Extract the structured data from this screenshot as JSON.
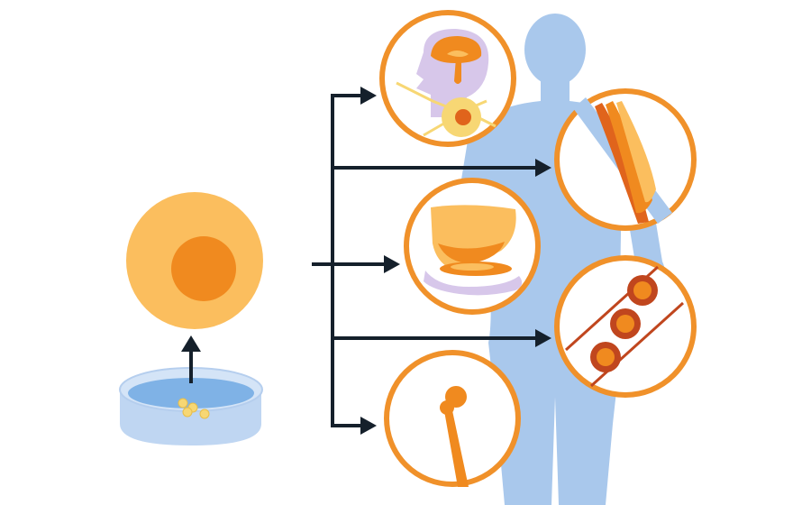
{
  "diagram": {
    "source": {
      "icon": "petri-dish-icon",
      "colony_icon": "stem-cell-colony-icon"
    },
    "stem_cell": {
      "icon": "stem-cell-icon"
    },
    "body": {
      "icon": "human-body-silhouette"
    },
    "targets": [
      {
        "id": "neurons",
        "icon": "brain-neuron-icon"
      },
      {
        "id": "muscle",
        "icon": "muscle-icon"
      },
      {
        "id": "liver-pancreas",
        "icon": "liver-pancreas-icon"
      },
      {
        "id": "blood",
        "icon": "blood-cells-icon"
      },
      {
        "id": "bone",
        "icon": "bone-icon"
      }
    ],
    "colors": {
      "accent_orange": "#F08A1F",
      "ring_orange": "#F0912A",
      "light_orange": "#FBBE5E",
      "dark_orange": "#E0641C",
      "body_blue": "#A9C8EC",
      "lavender": "#D7C7EA",
      "arrow": "#15202B",
      "dish_blue": "#7FB2E6",
      "dish_rim": "#C9DDF5",
      "red_cell": "#C0461E"
    }
  }
}
